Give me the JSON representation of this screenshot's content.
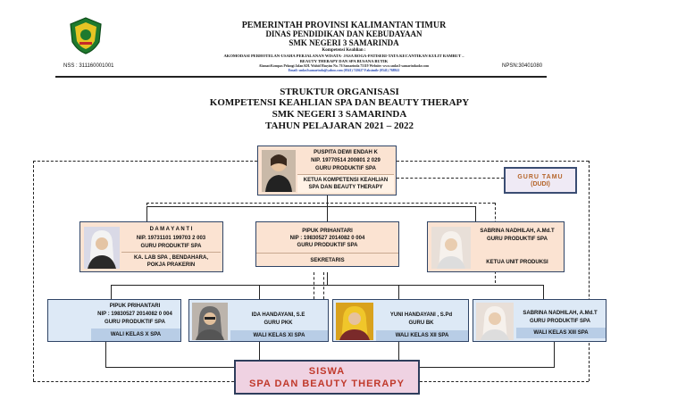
{
  "letterhead": {
    "line1": "PEMERINTAH PROVINSI KALIMANTAN TIMUR",
    "line2": "DINAS PENDIDIKAN DAN KEBUDAYAAN",
    "line3": "SMK NEGERI 3 SAMARINDA",
    "line4": "Kompetensi Keahlian :",
    "line5": "AKOMODASI PERHOTELAN-USAHA PERJALANAN WISATA- JASA BOGA-PATISERI-TATA KECANTIKAN KULIT RAMBUT –",
    "line6": "BEAUTY THERAPY DAN SPA BUSANA BUTIK",
    "line7": "Alamat:Kompas Pelangi Jalan KH. Wahid Hasyim No. 76 Samarinda 75119 Website: www.smkn3-samarindaoke.com",
    "line8": "Email: smkn3samarinda@yahoo.com    (0541) 743627 Faksimile (0541) 768841",
    "nss": "NSS : 311160001001",
    "npsn": "NPSN:30401080"
  },
  "titles": {
    "t1": "STRUKTUR ORGANISASI",
    "t2": "KOMPETENSI KEAHLIAN SPA DAN BEAUTY THERAPY",
    "t3": "SMK NEGERI 3 SAMARINDA",
    "t4": "TAHUN PELAJARAN 2021 – 2022"
  },
  "head": {
    "name": "PUSPITA DEWI ENDAH K",
    "nip": "NIP. 19770514 200801 2 029",
    "role": "GURU PRODUKTIF SPA",
    "position1": "KETUA KOMPETENSI KEAHLIAN",
    "position2": "SPA DAN BEAUTY THERAPY"
  },
  "guest": {
    "line1": "GURU TAMU",
    "line2": "(DUDI)"
  },
  "row2": {
    "left": {
      "name": "D A M A Y A N T I",
      "nip": "NIP. 19731101 199703 2 003",
      "role": "GURU PRODUKTIF SPA",
      "position1": "KA. LAB SPA ,  BENDAHARA,",
      "position2": "POKJA PRAKERIN"
    },
    "center": {
      "name": "PIPUK PRIHANTARI",
      "nip": "NIP : 19830527 2014082 0 004",
      "role": "GURU PRODUKTIF SPA",
      "position": "SEKRETARIS"
    },
    "right": {
      "name": "SABRINA NADHILAH, A.Md.T",
      "role": "GURU PRODUKTIF SPA",
      "position": "KETUA UNIT PRODUKSI"
    }
  },
  "row3": [
    {
      "name": "PIPUK PRIHANTARI",
      "nip": "NIP : 19830527 2014082 0 004",
      "role": "GURU PRODUKTIF SPA",
      "position": "WALI KELAS X SPA"
    },
    {
      "name": "IDA HANDAYANI, S.E",
      "role": "GURU PKK",
      "position": "WALI KELAS XI SPA"
    },
    {
      "name": "YUNI HANDAYANI , S.Pd",
      "role": "GURU BK",
      "position": "WALI KELAS XII SPA"
    },
    {
      "name": "SABRINA NADHILAH, A.Md.T",
      "role": "GURU PRODUKTIF SPA",
      "position": "WALI KELAS XIII SPA"
    }
  ],
  "students": {
    "line1": "SISWA",
    "line2": "SPA DAN BEAUTY THERAPY"
  }
}
